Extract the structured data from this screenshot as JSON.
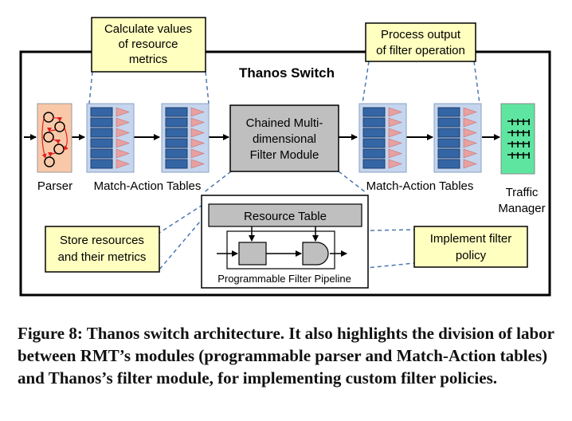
{
  "diagram": {
    "switch_title": "Thanos Switch",
    "callouts": {
      "calculate": [
        "Calculate values",
        "of resource",
        "metrics"
      ],
      "process": [
        "Process output",
        "of filter operation"
      ],
      "store": [
        "Store resources",
        "and their metrics"
      ],
      "implement": [
        "Implement filter",
        "policy"
      ]
    },
    "parser_label": "Parser",
    "match_action_left_label": "Match-Action Tables",
    "match_action_right_label": "Match-Action Tables",
    "filter_module": [
      "Chained Multi-",
      "dimensional",
      "Filter Module"
    ],
    "traffic_manager": [
      "Traffic",
      "Manager"
    ],
    "resource_table": "Resource Table",
    "filter_pipeline": "Programmable Filter Pipeline",
    "colors": {
      "callout_fill": "#ffffc0",
      "mat_block": "#3465a4",
      "mat_bg": "#c5d5ee",
      "mat_arrow": "#e8a0a0",
      "parser_bg": "#f8c8a8",
      "filter_gray": "#bfbfbf",
      "traffic_green": "#5ee6a0",
      "dashed_line": "#4a78b0"
    }
  },
  "caption": "Figure 8: Thanos switch architecture. It also highlights the division of labor between RMT’s modules (programmable parser and Match-Action tables) and Thanos’s filter module, for implementing custom filter policies."
}
